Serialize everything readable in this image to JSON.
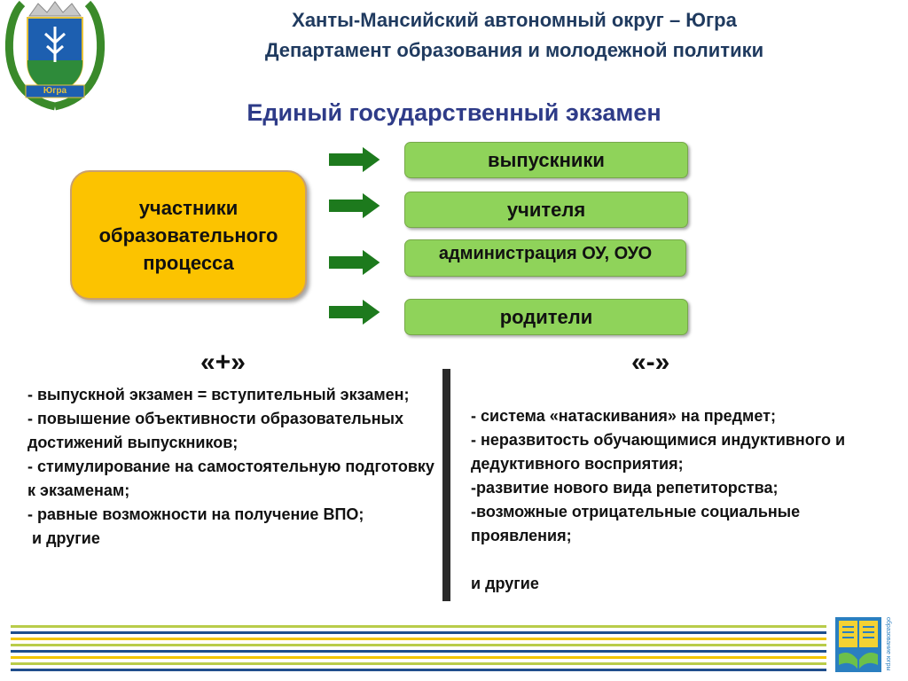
{
  "header": {
    "line1": "Ханты-Мансийский автономный округ – Югра",
    "line2": "Департамент образования и молодежной политики"
  },
  "logo": {
    "emblem_text": "Югра",
    "icon": "coat-of-arms-icon"
  },
  "title": "Единый государственный экзамен",
  "diagram": {
    "source": {
      "line1": "участники",
      "line2": "образовательного",
      "line3": "процесса"
    },
    "targets": [
      "выпускники",
      "учителя",
      "администрация ОУ, ОУО",
      "родители"
    ],
    "arrow_color": "#1d7a1d"
  },
  "pros": {
    "sign": "«+»",
    "items": [
      "- выпускной экзамен = вступительный экзамен;",
      "- повышение объективности образовательных достижений выпускников;",
      "- стимулирование на самостоятельную подготовку к экзаменам;",
      "- равные возможности на получение ВПО;",
      " и другие"
    ]
  },
  "cons": {
    "sign": "«-»",
    "items": [
      "- система «натаскивания» на предмет;",
      "- неразвитость обучающимися индуктивного и дедуктивного восприятия;",
      "-развитие нового вида репетиторства;",
      "-возможные отрицательные социальные проявления;",
      "",
      "и другие"
    ]
  },
  "footer": {
    "logo_text": "образование югры",
    "stripe_colors": [
      "#b9cc4a",
      "#1f4e8c",
      "#f2c500"
    ]
  }
}
